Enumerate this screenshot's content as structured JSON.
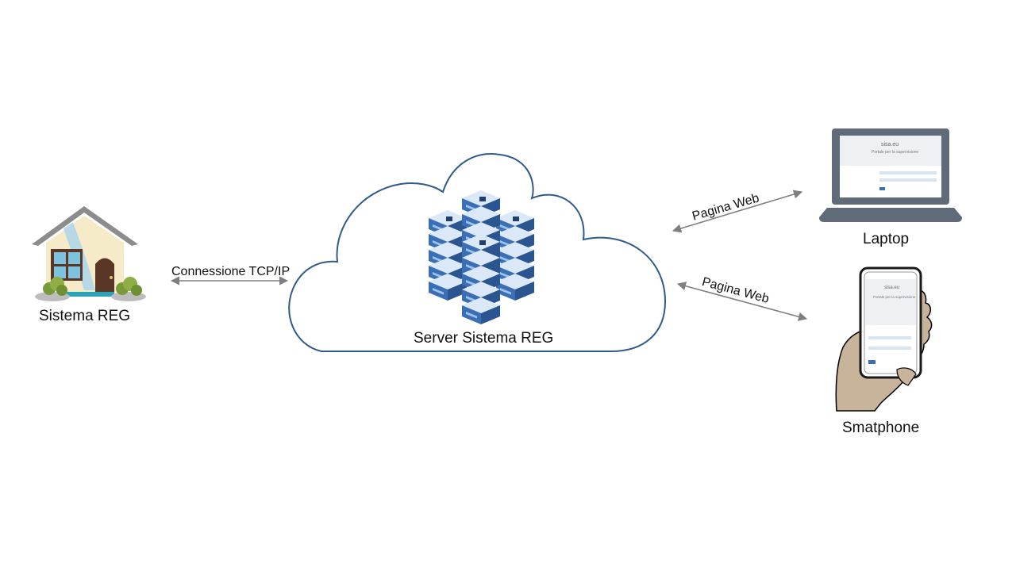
{
  "nodes": {
    "house": {
      "label": "Sistema REG",
      "icon": "house-icon"
    },
    "server": {
      "label": "Server Sistema REG",
      "icon": "server-stack-icon"
    },
    "laptop": {
      "label": "Laptop",
      "icon": "laptop-icon"
    },
    "smartphone": {
      "label": "Smatphone",
      "icon": "smartphone-in-hand-icon"
    }
  },
  "edges": {
    "house_server": {
      "label": "Connessione TCP/IP"
    },
    "server_laptop": {
      "label": "Pagina Web"
    },
    "server_smartphone": {
      "label": "Pagina Web"
    }
  },
  "screens": {
    "site": "sisa.eu",
    "subtitle": "Portale per la supervisione"
  },
  "colors": {
    "cloud_stroke": "#2f5b8a",
    "arrow": "#7f7f7f",
    "server_blue": "#3a6fb5",
    "laptop_body": "#5f6b78",
    "hand": "#c8b49a"
  }
}
